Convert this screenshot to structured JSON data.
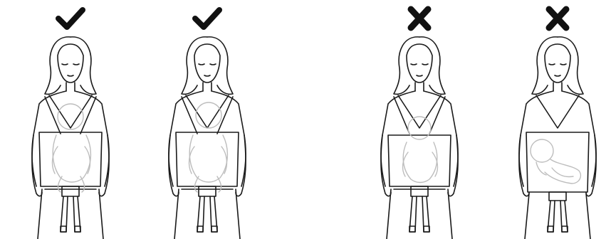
{
  "figures": [
    {
      "verdict": "correct",
      "mark_icon": "checkmark-icon",
      "baby_position": "upright-high"
    },
    {
      "verdict": "correct",
      "mark_icon": "checkmark-icon",
      "baby_position": "upright-high"
    },
    {
      "verdict": "incorrect",
      "mark_icon": "cross-icon",
      "baby_position": "too-low"
    },
    {
      "verdict": "incorrect",
      "mark_icon": "cross-icon",
      "baby_position": "cradle-horizontal"
    }
  ],
  "colors": {
    "line": "#1a1a1a",
    "baby_outline": "#bdbdbd",
    "background": "#ffffff"
  }
}
